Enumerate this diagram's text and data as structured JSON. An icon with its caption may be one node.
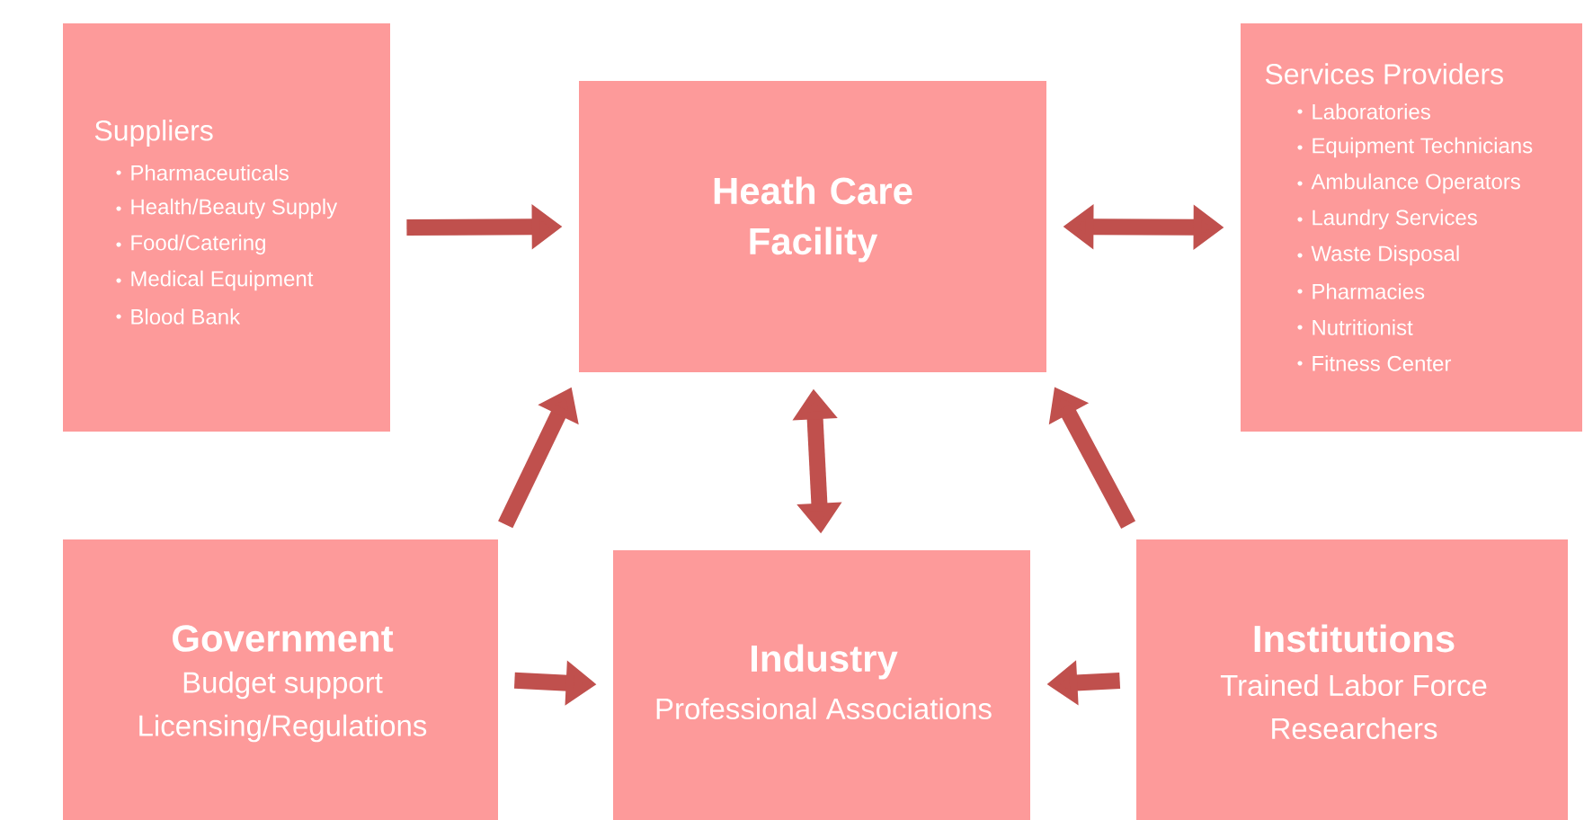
{
  "diagram": {
    "nodes": [
      {
        "text": [
          "Suppliers",
          "Pharmaceuticals",
          "Health/Beauty Supply",
          "Food/Catering",
          "Medical Equipment",
          "Blood Bank"
        ]
      },
      {
        "text": [
          "Heath Care Facility"
        ]
      },
      {
        "text": [
          "Services Providers",
          "Laboratories",
          "Equipment Technicians",
          "Ambulance Operators",
          "Laundry Services",
          "Waste Disposal",
          "Pharmacies",
          "Nutritionist",
          "Fitness Center"
        ]
      },
      {
        "text": [
          "Government",
          "Budget support",
          "Licensing/Regulations"
        ]
      },
      {
        "text": [
          "Industry",
          "Professional Associations"
        ]
      },
      {
        "text": [
          "Institutions",
          "Trained Labor Force",
          "Researchers"
        ]
      }
    ],
    "edges": [
      {
        "from": 0,
        "to": 1,
        "arrow": "to"
      },
      {
        "from": 2,
        "to": 1,
        "arrow": "both"
      },
      {
        "from": 4,
        "to": 1,
        "arrow": "both"
      },
      {
        "from": 3,
        "to": 1,
        "arrow": "to"
      },
      {
        "from": 5,
        "to": 1,
        "arrow": "to"
      },
      {
        "from": 3,
        "to": 4,
        "arrow": "to"
      },
      {
        "from": 5,
        "to": 4,
        "arrow": "to"
      }
    ]
  }
}
